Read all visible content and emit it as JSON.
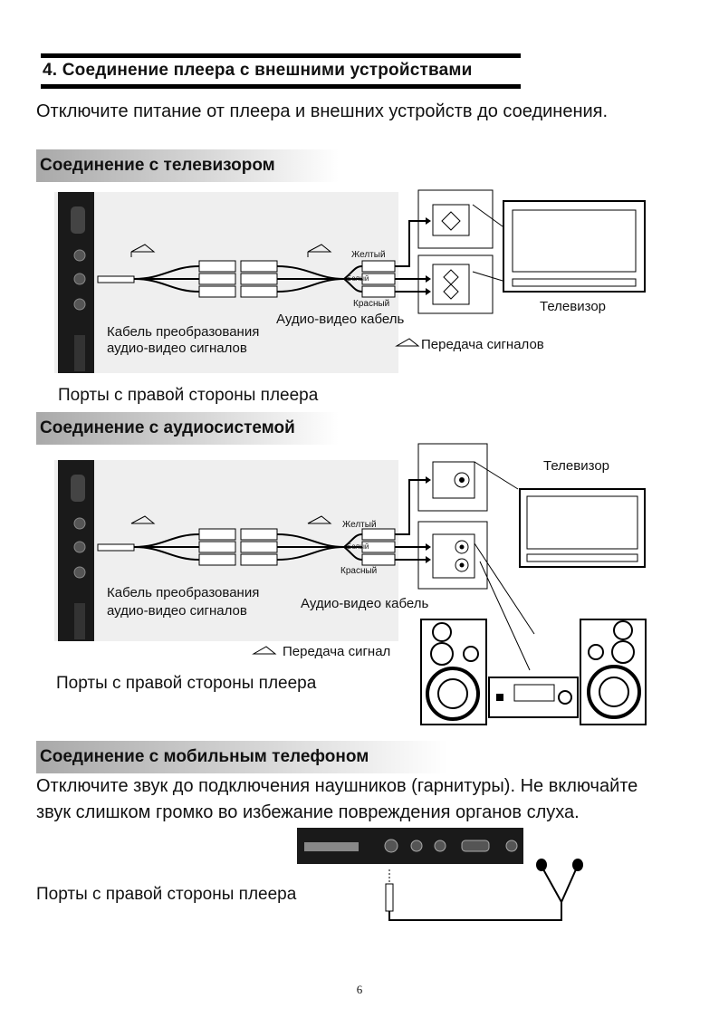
{
  "header": {
    "title": "4. Соединение плеера с внешними устройствами",
    "intro": "Отключите питание от плеера и внешних устройств до соединения."
  },
  "tv_section": {
    "heading": "Соединение с телевизором",
    "yellow_label": "Желтый",
    "white_label": "Белый",
    "red_label": "Красный",
    "tv_label": "Телевизор",
    "converter_line1": "Кабель преобразования",
    "converter_line2": "аудио-видео сигналов",
    "av_cable_label": "Аудио-видео кабель",
    "signal_legend": "Передача сигналов",
    "ports_caption": "Порты с правой стороны плеера"
  },
  "audio_section": {
    "heading": "Соединение с аудиосистемой",
    "yellow_label": "Желтый",
    "white_label": "Белый",
    "red_label": "Красный",
    "tv_label": "Телевизор",
    "converter_line1": "Кабель преобразования",
    "converter_line2": "аудио-видео сигналов",
    "av_cable_label": "Аудио-видео кабель",
    "signal_legend": "Передача сигнал",
    "ports_caption": "Порты с правой стороны плеера"
  },
  "phone_section": {
    "heading": "Соединение с мобильным телефоном",
    "warning_line1": "Отключите звук до подключения наушников (гарнитуры). Не включайте",
    "warning_line2": "звук слишком громко во избежание повреждения органов слуха.",
    "ports_caption": "Порты с правой стороны плеера"
  },
  "footer": {
    "page_number": "6"
  }
}
